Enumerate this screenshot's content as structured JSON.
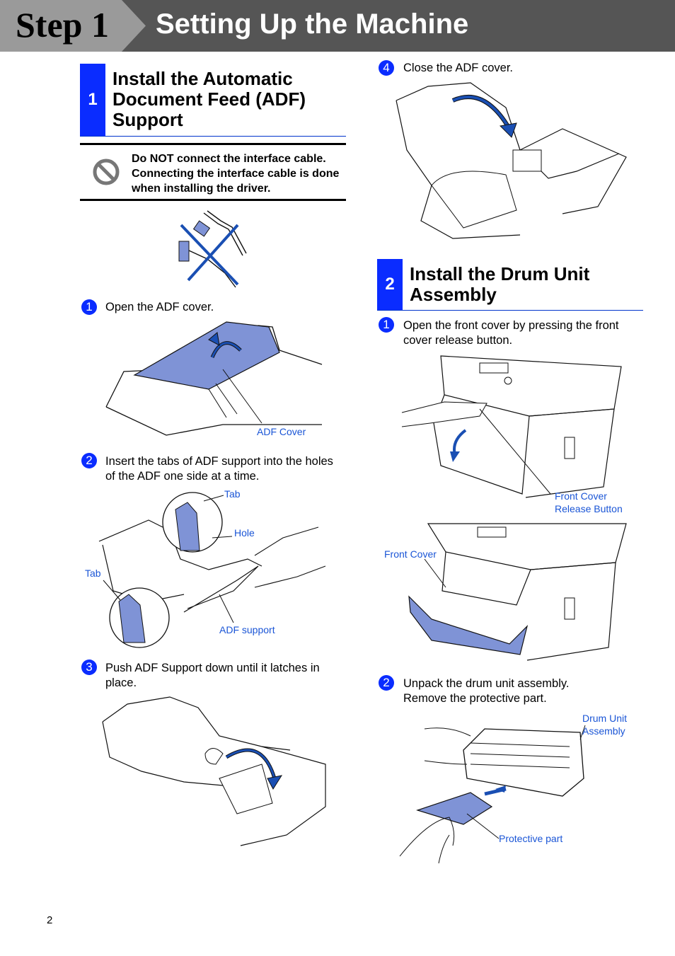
{
  "header": {
    "step_label": "Step 1",
    "title": "Setting Up the Machine"
  },
  "section1": {
    "number": "1",
    "title": "Install the Automatic Document Feed (ADF) Support",
    "warning": "Do NOT connect the interface cable. Connecting the interface cable is done when installing the driver.",
    "steps": [
      {
        "num": "1",
        "text": "Open the ADF cover."
      },
      {
        "num": "2",
        "text": "Insert the tabs of ADF support into the holes of the ADF one side at a time."
      },
      {
        "num": "3",
        "text": "Push ADF Support down until it latches in place."
      },
      {
        "num": "4",
        "text": "Close the ADF cover."
      }
    ],
    "labels": {
      "adf_cover": "ADF Cover",
      "tab": "Tab",
      "hole": "Hole",
      "adf_support": "ADF support"
    }
  },
  "section2": {
    "number": "2",
    "title": "Install the Drum Unit Assembly",
    "steps": [
      {
        "num": "1",
        "text": "Open the front cover by pressing the front cover release button."
      },
      {
        "num": "2",
        "text": "Unpack the drum unit assembly. Remove the protective part."
      }
    ],
    "labels": {
      "front_cover_release_button": "Front Cover Release Button",
      "front_cover": "Front Cover",
      "drum_unit_assembly": "Drum Unit Assembly",
      "protective_part": "Protective part"
    }
  },
  "page_number": "2",
  "colors": {
    "accent": "#0a2cff",
    "label_blue": "#1a55d6",
    "header_gray": "#555555",
    "part_fill": "#7f93d6"
  }
}
